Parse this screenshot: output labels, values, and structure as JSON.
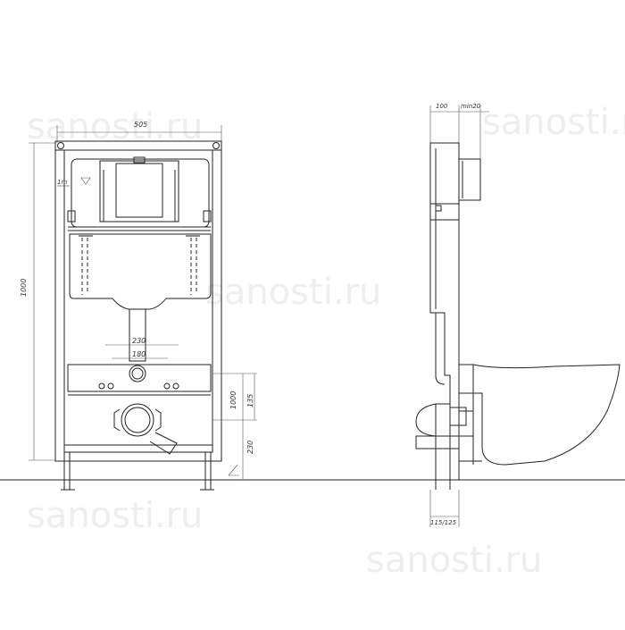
{
  "watermark": "sanosti.ru",
  "front_view": {
    "dims": {
      "width": "505",
      "height": "1000",
      "inner_230": "230",
      "inner_180": "180",
      "h_1000": "1000",
      "h_135": "135",
      "h_230": "230"
    },
    "level_mark": "1m"
  },
  "side_view": {
    "dims": {
      "top_100": "100",
      "top_min20": "min20",
      "bottom": "115/125"
    }
  }
}
